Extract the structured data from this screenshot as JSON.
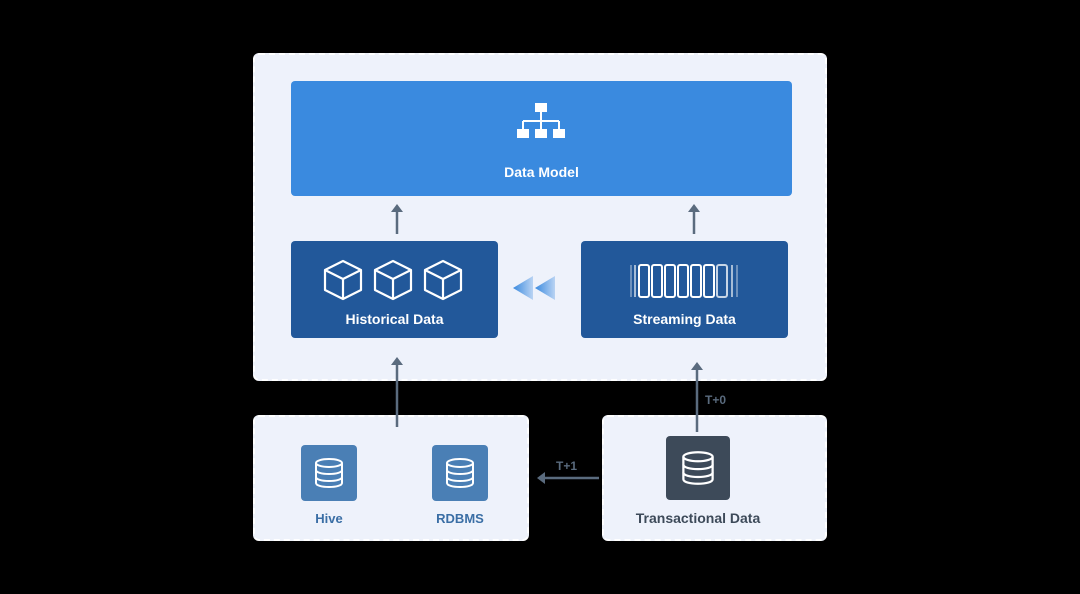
{
  "main_panel": {
    "data_model": {
      "label": "Data Model",
      "icon": "hierarchy-icon"
    },
    "historical": {
      "label": "Historical Data",
      "icon": "cube-icon"
    },
    "streaming": {
      "label": "Streaming Data",
      "icon": "stream-bars-icon"
    }
  },
  "sources_panel": {
    "hive": {
      "label": "Hive",
      "icon": "database-icon"
    },
    "rdbms": {
      "label": "RDBMS",
      "icon": "database-icon"
    }
  },
  "transactional_panel": {
    "label": "Transactional Data",
    "icon": "database-icon"
  },
  "arrows": {
    "t_plus_0": "T+0",
    "t_plus_1": "T+1"
  },
  "colors": {
    "data_model": "#3a8adf",
    "dark_blue": "#22589a",
    "db_tile": "#4a7fb5",
    "transactional_tile": "#3d4a59",
    "arrow": "#5a6b7e"
  }
}
